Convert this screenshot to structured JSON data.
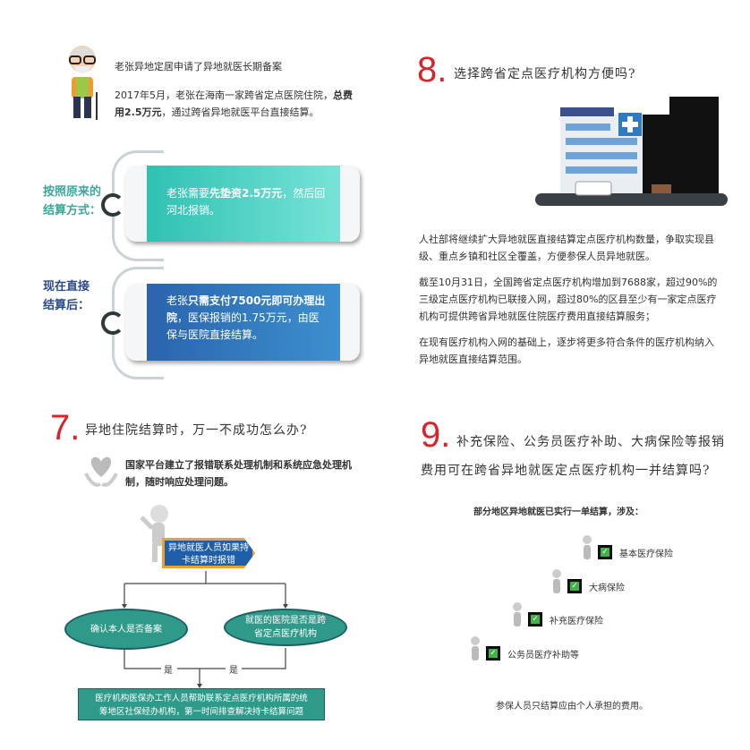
{
  "left_top": {
    "title": "老张异地定居申请了异地就医长期备案",
    "para_a": "2017年5月，老张在海南一家跨省定点医院住院，",
    "para_bold1": "总费用2.5万元",
    "para_b": "，通过跨省异地就医平台直接结算。"
  },
  "before": {
    "label": "按照原来的结算方式：",
    "text_a": "老张需要",
    "text_bold": "先垫资2.5万元",
    "text_b": "，然后回河北报销。"
  },
  "after": {
    "label": "现在直接结算后：",
    "text_a": "老张",
    "text_bold": "只需支付7500元即可办理出院",
    "text_b": "，医保报销的1.75万元，由医保与医院直接结算。"
  },
  "q8": {
    "number": "8.",
    "title": "选择跨省定点医疗机构方便吗?",
    "paragraphs": [
      "人社部将继续扩大异地就医直接结算定点医疗机构数量，争取实现县级、重点乡镇和社区全覆盖，方便参保人员异地就医。",
      "截至10月31日，全国跨省定点医疗机构增加到7688家，超过90%的三级定点医疗机构已联接入网，超过80%的区县至少有一家定点医疗机构可提供跨省异地就医住院医疗费用直接结算服务；",
      "在现有医疗机构入网的基础上，逐步将更多符合条件的医疗机构纳入异地就医直接结算范围。"
    ]
  },
  "q7": {
    "number": "7.",
    "title": "异地住院结算时，万一不成功怎么办?",
    "text": "国家平台建立了报错联系处理机制和系统应急处理机制，随时响应处理问题。",
    "flow": {
      "start": "异地就医人员如果持卡结算时报错",
      "left": "确认本人是否备案",
      "right": "就医的医院是否是跨省定点医疗机构",
      "yes_left": "是",
      "yes_right": "是",
      "result": "医疗机构医保办工作人员帮助联系定点医疗机构所属的统筹地区社保经办机构，第一时间排查解决持卡结算问题"
    }
  },
  "q9": {
    "number": "9.",
    "title": "补充保险、公务员医疗补助、大病保险等报销费用可在跨省异地就医定点医疗机构一并结算吗?",
    "intro": "部分地区异地就医已实行一单结算，涉及：",
    "items": [
      "基本医疗保险",
      "大病保险",
      "补充医疗保险",
      "公务员医疗补助等"
    ],
    "footer": "参保人员只结算应由个人承担的费用。"
  },
  "colors": {
    "accent_red": "#d8232a",
    "teal": "#3aa89a",
    "blue": "#2e6fb8",
    "flow_teal": "#2f9a8a"
  }
}
